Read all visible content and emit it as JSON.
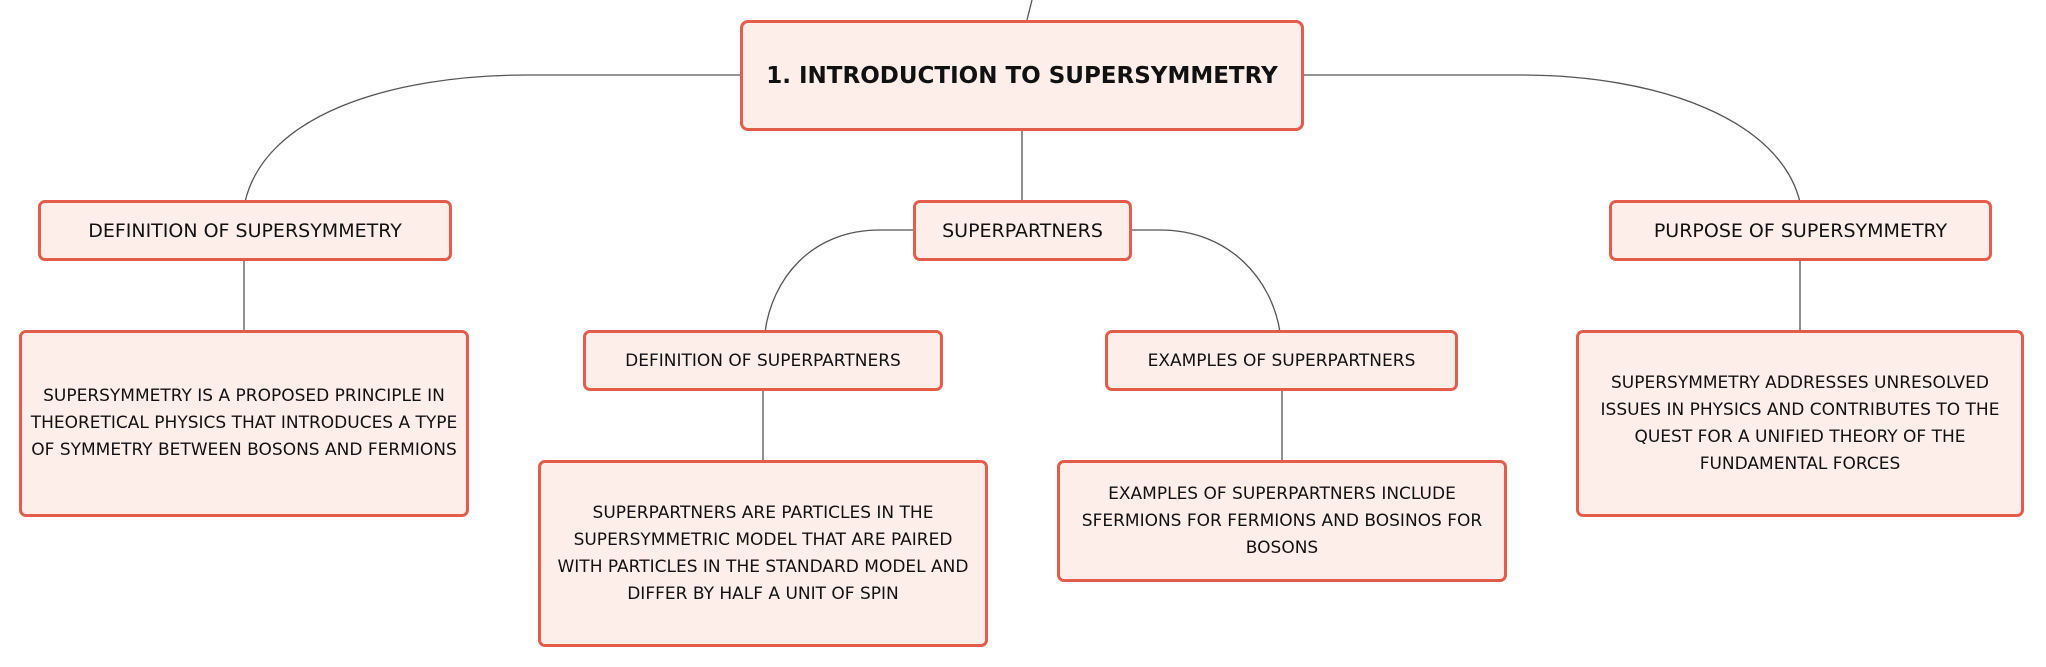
{
  "diagram": {
    "root": "1. INTRODUCTION TO SUPERSYMMETRY",
    "children": [
      {
        "label": "DEFINITION OF SUPERSYMMETRY",
        "detail": "SUPERSYMMETRY IS A PROPOSED PRINCIPLE IN THEORETICAL PHYSICS THAT INTRODUCES A TYPE OF SYMMETRY BETWEEN BOSONS AND FERMIONS"
      },
      {
        "label": "SUPERPARTNERS",
        "children": [
          {
            "label": "DEFINITION OF SUPERPARTNERS",
            "detail": "SUPERPARTNERS ARE PARTICLES IN THE SUPERSYMMETRIC MODEL THAT ARE PAIRED WITH PARTICLES IN THE STANDARD MODEL AND DIFFER BY HALF A UNIT OF SPIN"
          },
          {
            "label": "EXAMPLES OF SUPERPARTNERS",
            "detail": "EXAMPLES OF SUPERPARTNERS INCLUDE SFERMIONS FOR FERMIONS AND BOSINOS FOR BOSONS"
          }
        ]
      },
      {
        "label": "PURPOSE OF SUPERSYMMETRY",
        "detail": "SUPERSYMMETRY ADDRESSES UNRESOLVED ISSUES IN PHYSICS AND CONTRIBUTES TO THE QUEST FOR A UNIFIED THEORY OF THE FUNDAMENTAL FORCES"
      }
    ]
  },
  "colors": {
    "node_fill": "#fdeeea",
    "node_border": "#e45c4a",
    "connector": "#555555"
  }
}
